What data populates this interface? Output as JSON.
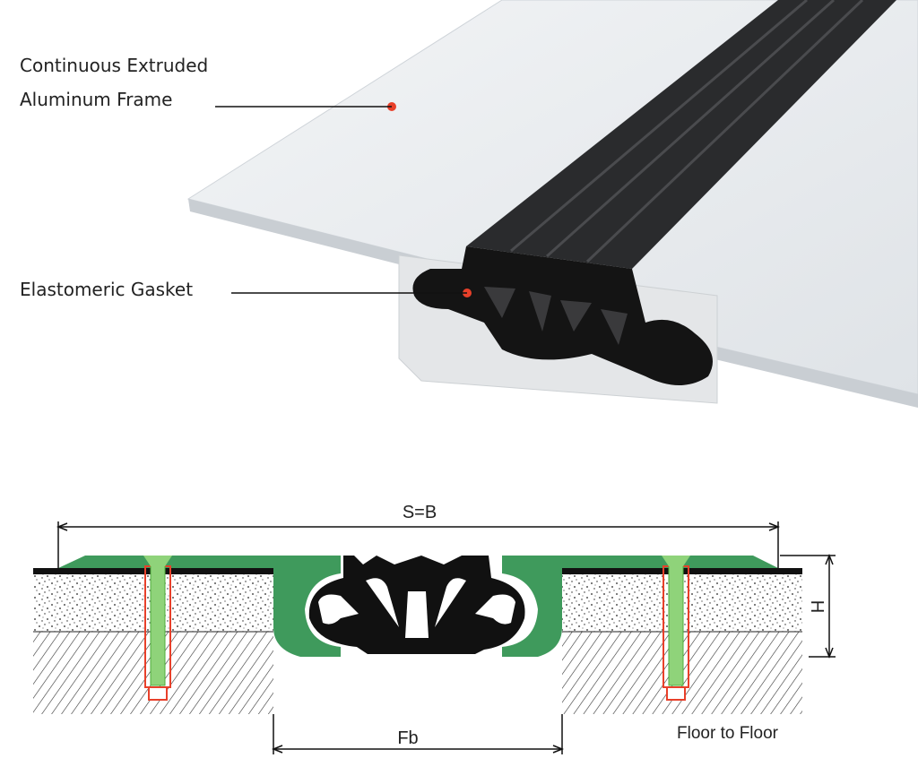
{
  "illustration": {
    "callouts": [
      {
        "line1": "Continuous Extruded",
        "line2": "Aluminum Frame"
      },
      {
        "line1": "Elastomeric Gasket"
      }
    ]
  },
  "section": {
    "width_label": "S=B",
    "height_label": "H",
    "gap_label": "Fb",
    "note": "Floor to Floor"
  },
  "colors": {
    "frame": "#3f9a5c",
    "gasket": "#111111",
    "callout_dot": "#e8402a",
    "screw_outline": "#e8402a",
    "screw": "#8fd37a"
  }
}
